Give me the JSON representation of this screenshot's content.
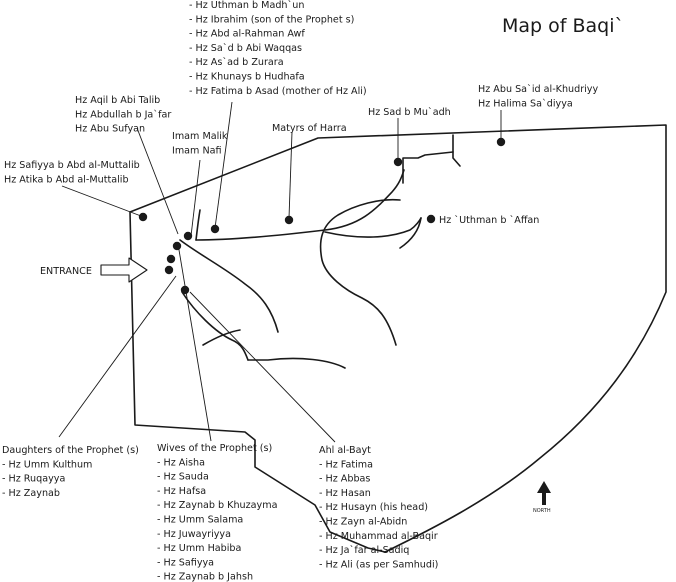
{
  "map": {
    "title": "Map of Baqi`",
    "north_label": "NORTH",
    "entrance_label": "ENTRANCE",
    "north_icon": "north-arrow-icon",
    "entrance_icon": "entrance-arrow-icon",
    "groups": {
      "top_list": [
        "- Hz Uthman b Madh`un",
        "- Hz Ibrahim  (son of the Prophet s)",
        "- Hz Abd al-Rahman Awf",
        "- Hz Sa`d b Abi Waqqas",
        "- Hz As`ad b Zurara",
        "- Hz Khunays b Hudhafa",
        "- Hz Fatima b Asad (mother of Hz Ali)"
      ],
      "aqil": [
        "Hz Aqil b Abi Talib",
        "Hz Abdullah b Ja`far",
        "Hz Abu Sufyan"
      ],
      "imams": [
        "Imam Malik",
        "Imam Nafi"
      ],
      "martyrs": [
        "Matyrs of Harra"
      ],
      "sad": [
        "Hz Sad b Mu`adh"
      ],
      "abu_said": [
        "Hz Abu Sa`id al-Khudriyy",
        "Hz Halima Sa`diyya"
      ],
      "uthman": [
        "Hz `Uthman b `Affan"
      ],
      "safiyya": [
        "Hz Safiyya b Abd al-Muttalib",
        "Hz Atika  b Abd al-Muttalib"
      ],
      "daughters": [
        "Daughters of the Prophet (s)",
        "- Hz Umm Kulthum",
        "- Hz Ruqayya",
        "- Hz Zaynab"
      ],
      "wives": [
        "Wives of the Prophet (s)",
        "- Hz Aisha",
        "- Hz Sauda",
        "- Hz Hafsa",
        "- Hz Zaynab b Khuzayma",
        "- Hz Umm Salama",
        "- Hz Juwayriyya",
        "- Hz Umm Habiba",
        "- Hz Safiyya",
        "- Hz Zaynab b Jahsh"
      ],
      "ahl_al_bayt": [
        "Ahl al-Bayt",
        "- Hz Fatima",
        "- Hz Abbas",
        "- Hz Hasan",
        "- Hz Husayn (his head)",
        "- Hz Zayn al-Abidn",
        "- Hz Muhammad al-Baqir",
        "- Hz Ja`far al-Sadiq",
        "- Hz Ali (as per Samhudi)"
      ]
    }
  }
}
